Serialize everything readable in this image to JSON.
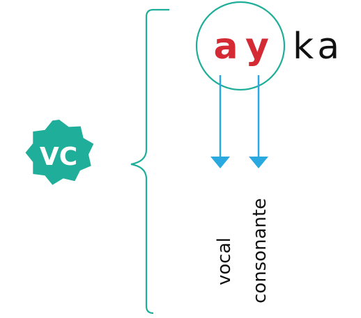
{
  "badge": {
    "text": "VC",
    "color": "#1fae9a"
  },
  "word": {
    "letter1": "a",
    "letter2": "y",
    "rest": "ka",
    "highlight_color": "#d42a34",
    "circle_color": "#1fae9a"
  },
  "labels": {
    "vowel": "vocal",
    "consonant": "consonante"
  },
  "arrow_color": "#2aa8e0"
}
